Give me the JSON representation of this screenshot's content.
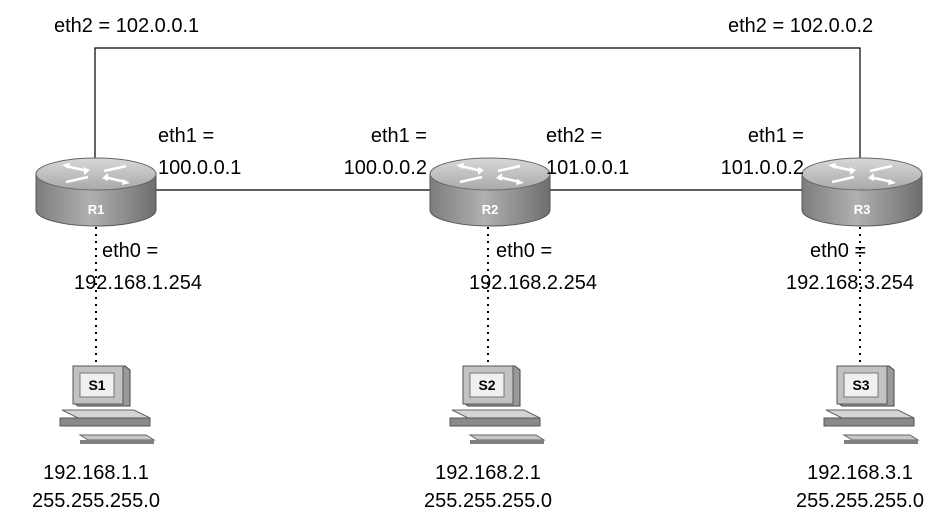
{
  "routers": [
    {
      "id": "r1",
      "name": "R1"
    },
    {
      "id": "r2",
      "name": "R2"
    },
    {
      "id": "r3",
      "name": "R3"
    }
  ],
  "hosts": [
    {
      "id": "s1",
      "name": "S1",
      "ip": "192.168.1.1",
      "mask": "255.255.255.0"
    },
    {
      "id": "s2",
      "name": "S2",
      "ip": "192.168.2.1",
      "mask": "255.255.255.0"
    },
    {
      "id": "s3",
      "name": "S3",
      "ip": "192.168.3.1",
      "mask": "255.255.255.0"
    }
  ],
  "interfaces": {
    "r1_eth2": "eth2 = 102.0.0.1",
    "r3_eth2": "eth2 = 102.0.0.2",
    "r1_eth1_name": "eth1 =",
    "r1_eth1_ip": "100.0.0.1",
    "r2_eth1_name": "eth1 =",
    "r2_eth1_ip": "100.0.0.2",
    "r2_eth2_name": "eth2 =",
    "r2_eth2_ip": "101.0.0.1",
    "r3_eth1_name": "eth1 =",
    "r3_eth1_ip": "101.0.0.2",
    "r1_eth0_name": "eth0 =",
    "r1_eth0_ip": "192.168.1.254",
    "r2_eth0_name": "eth0 =",
    "r2_eth0_ip": "192.168.2.254",
    "r3_eth0_name": "eth0 =",
    "r3_eth0_ip": "192.168.3.254"
  },
  "colors": {
    "router_body": "#8f8f8f",
    "router_top": "#c4c4c4",
    "monitor_screen": "#e8e8e8",
    "line": "#000000"
  }
}
